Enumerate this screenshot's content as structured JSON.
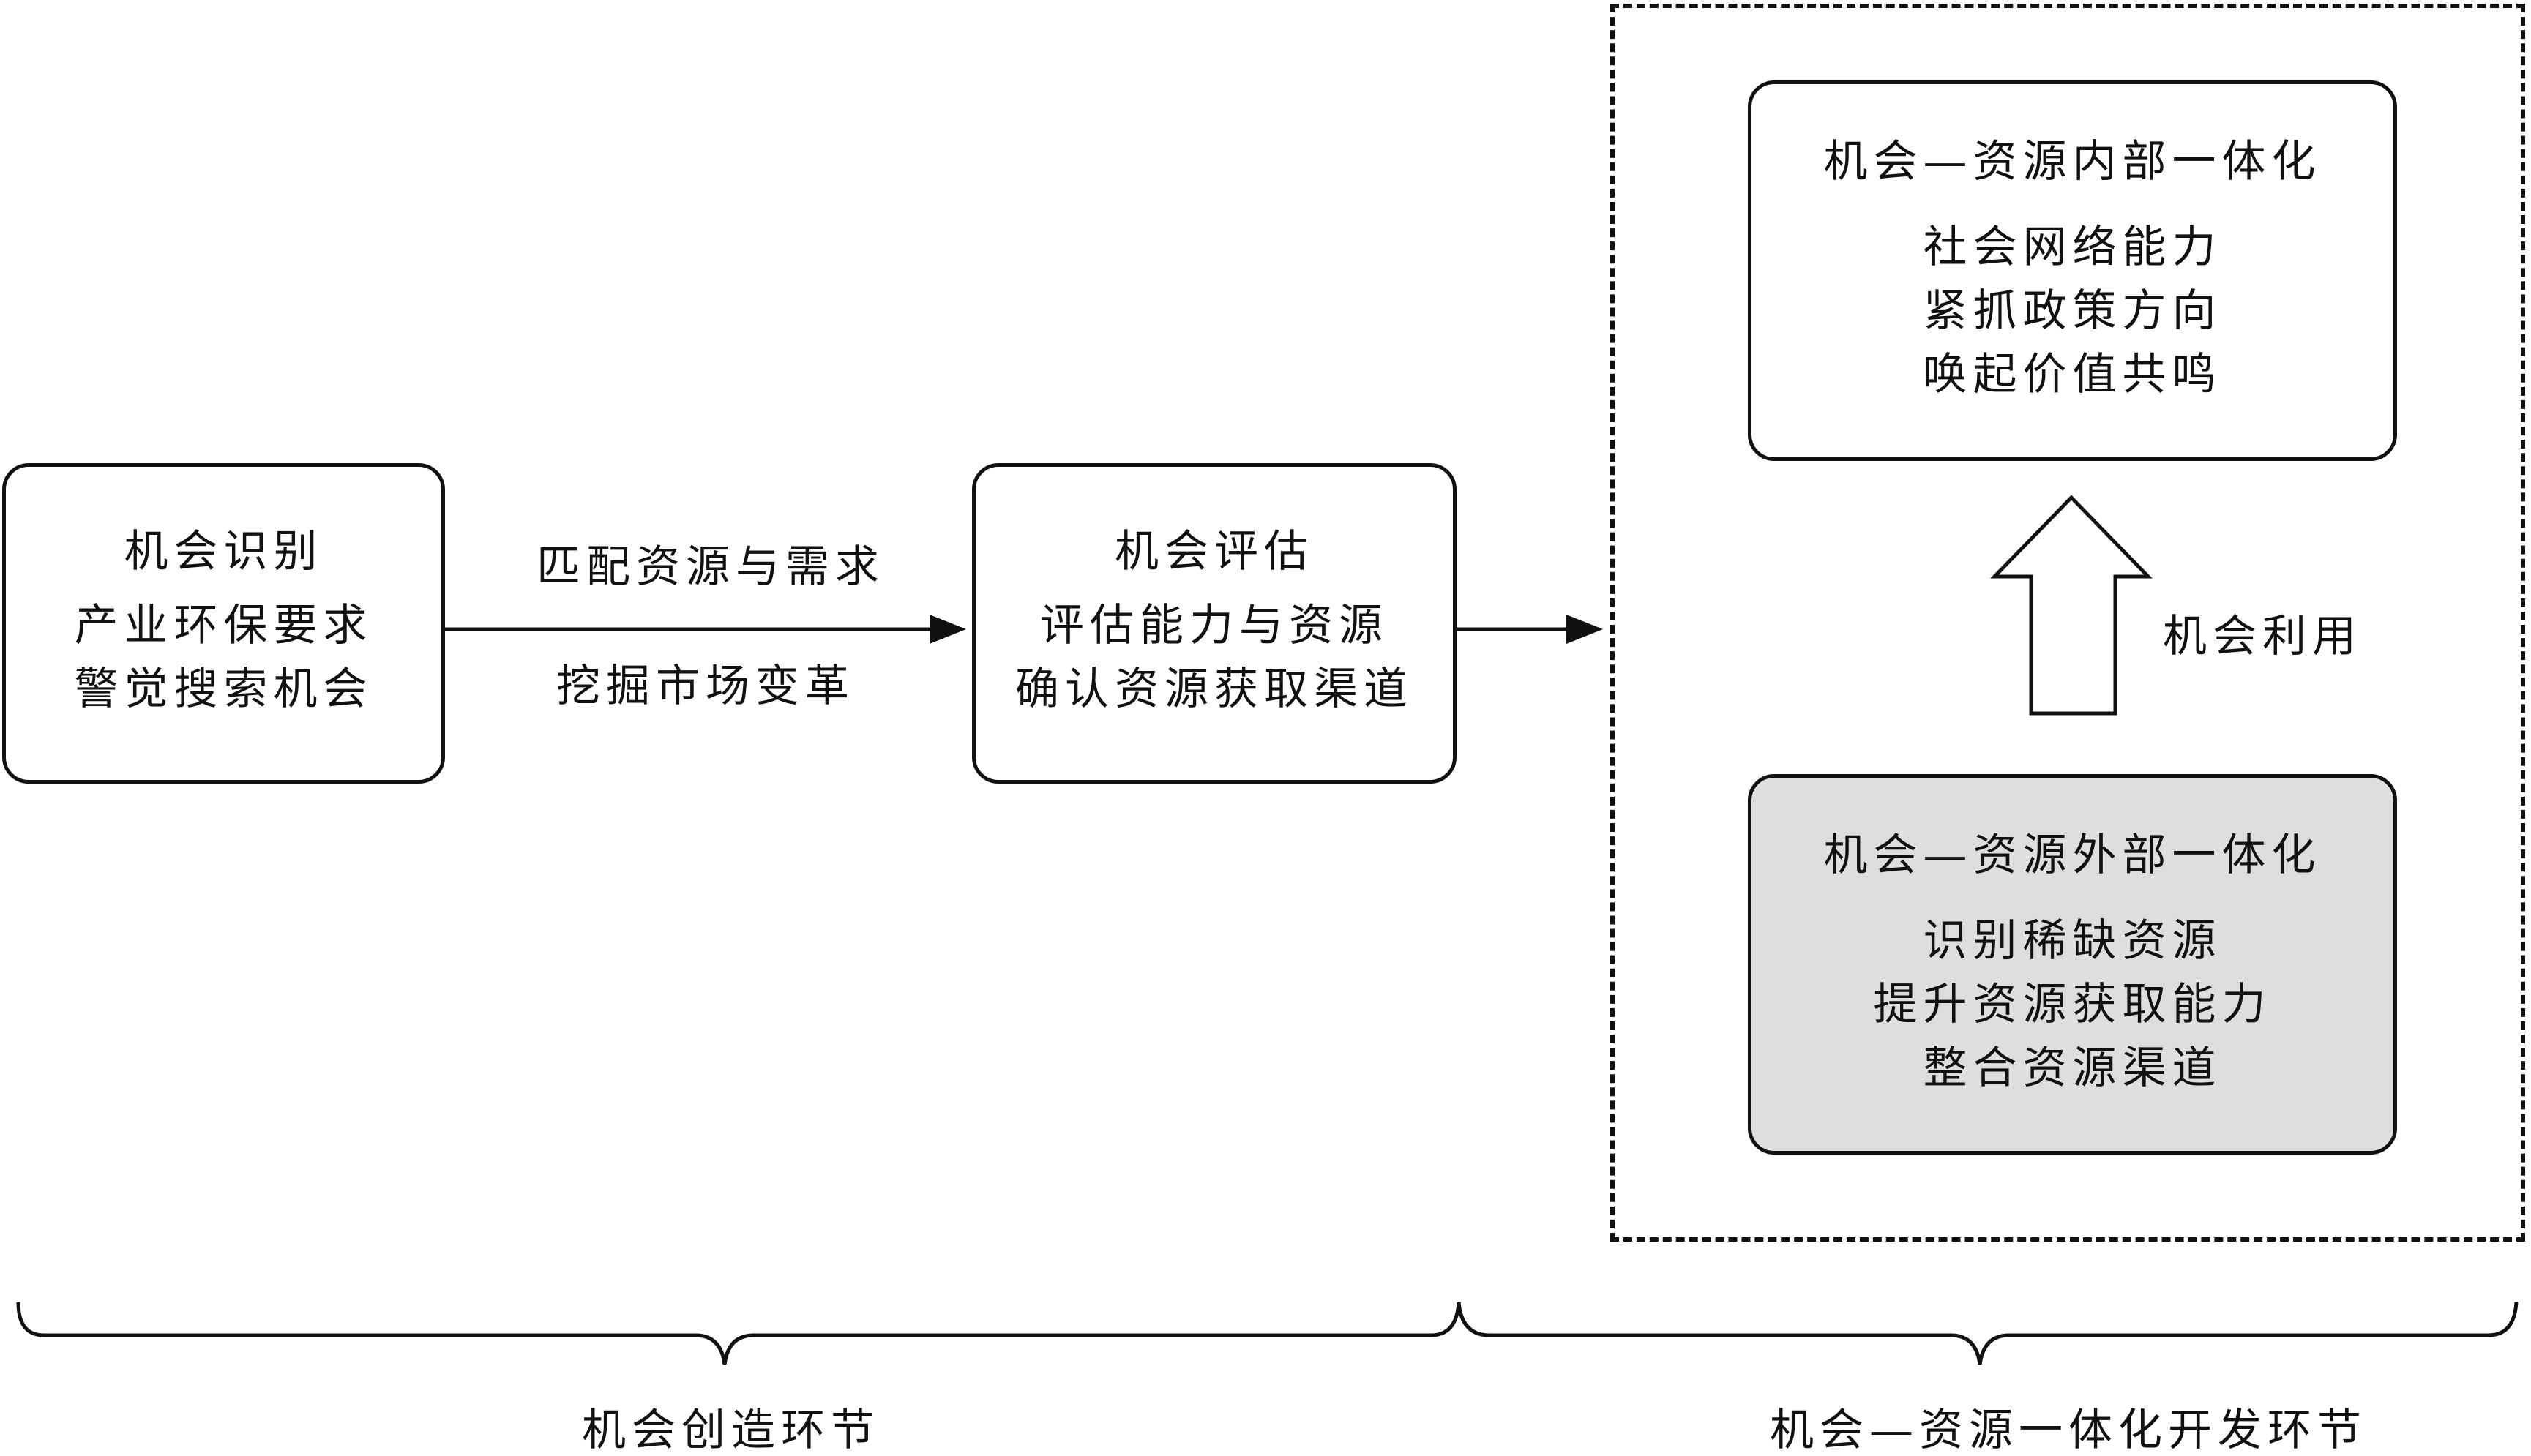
{
  "boxes": {
    "identify": {
      "title": "机会识别",
      "lines": [
        "产业环保要求",
        "警觉搜索机会"
      ]
    },
    "evaluate": {
      "title": "机会评估",
      "lines": [
        "评估能力与资源",
        "确认资源获取渠道"
      ]
    },
    "internal": {
      "title": "机会—资源内部一体化",
      "lines": [
        "社会网络能力",
        "紧抓政策方向",
        "唤起价值共鸣"
      ]
    },
    "external": {
      "title": "机会—资源外部一体化",
      "lines": [
        "识别稀缺资源",
        "提升资源获取能力",
        "整合资源渠道"
      ]
    }
  },
  "edge_labels": {
    "match": "匹配资源与需求",
    "mine": "挖掘市场变革",
    "utilize": "机会利用"
  },
  "phases": {
    "creation": "机会创造环节",
    "integration": "机会—资源一体化开发环节"
  }
}
